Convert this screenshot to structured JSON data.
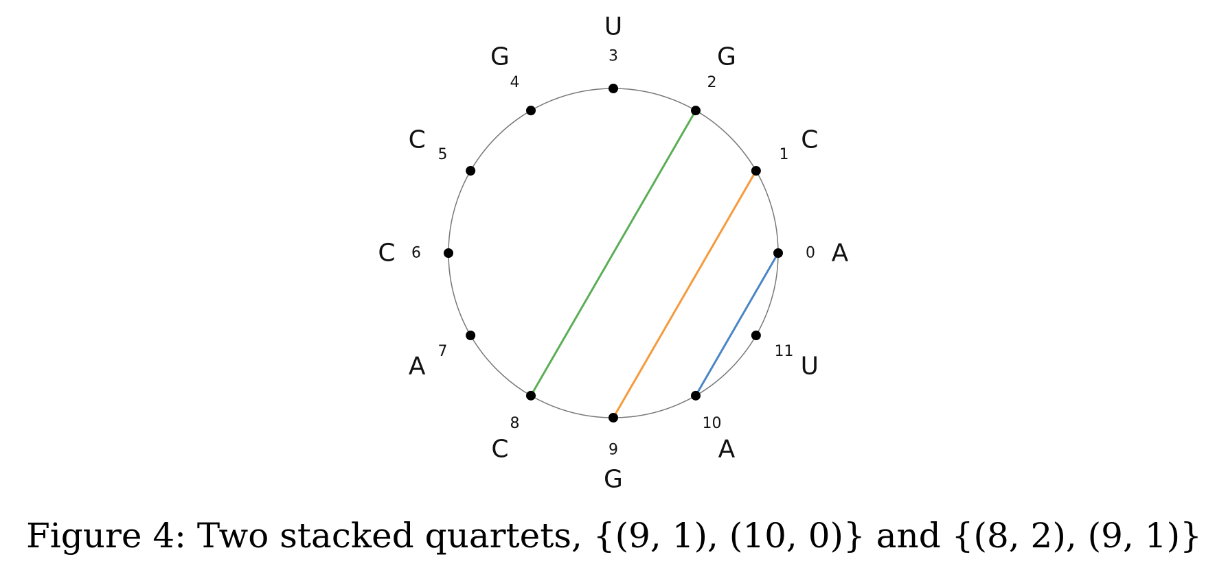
{
  "figure": {
    "caption": "Figure 4: Two stacked quartets, {(9, 1), (10, 0)} and {(8, 2), (9, 1)}",
    "nodes": [
      {
        "index": "0",
        "base": "A"
      },
      {
        "index": "1",
        "base": "C"
      },
      {
        "index": "2",
        "base": "G"
      },
      {
        "index": "3",
        "base": "U"
      },
      {
        "index": "4",
        "base": "G"
      },
      {
        "index": "5",
        "base": "C"
      },
      {
        "index": "6",
        "base": "C"
      },
      {
        "index": "7",
        "base": "A"
      },
      {
        "index": "8",
        "base": "C"
      },
      {
        "index": "9",
        "base": "G"
      },
      {
        "index": "10",
        "base": "A"
      },
      {
        "index": "11",
        "base": "U"
      }
    ],
    "arcs": [
      {
        "from": 10,
        "to": 0,
        "color": "#4a86c5"
      },
      {
        "from": 9,
        "to": 1,
        "color": "#f59a3c"
      },
      {
        "from": 8,
        "to": 2,
        "color": "#5aae55"
      }
    ],
    "colors": {
      "circle": "#777777",
      "node": "#000000"
    }
  }
}
